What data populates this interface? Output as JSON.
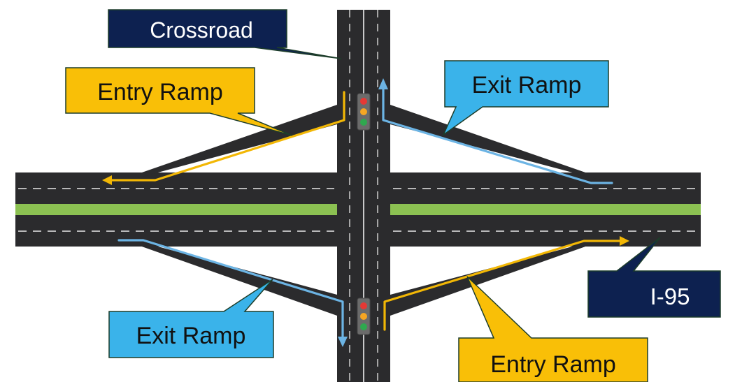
{
  "labels": {
    "crossroad": "Crossroad",
    "entry_ramp_top": "Entry Ramp",
    "exit_ramp_top": "Exit Ramp",
    "exit_ramp_bottom": "Exit Ramp",
    "entry_ramp_bottom": "Entry Ramp",
    "highway": "I-95"
  },
  "colors": {
    "asphalt": "#2b2b2d",
    "median": "#8cc152",
    "lane_dash": "#e8e8e8",
    "entry_arrow": "#f2b705",
    "exit_arrow": "#6cb4e4",
    "callout_navy": "#0d2150",
    "callout_yellow": "#f9bf07",
    "callout_blue": "#3ab3ea",
    "callout_border": "#1d3d2a",
    "signal_housing": "#6b6b6b",
    "signal_red": "#e53935",
    "signal_amber": "#f5a623",
    "signal_green": "#2fa84f"
  },
  "icons": [
    "traffic-light-icon",
    "arrow-icon"
  ]
}
